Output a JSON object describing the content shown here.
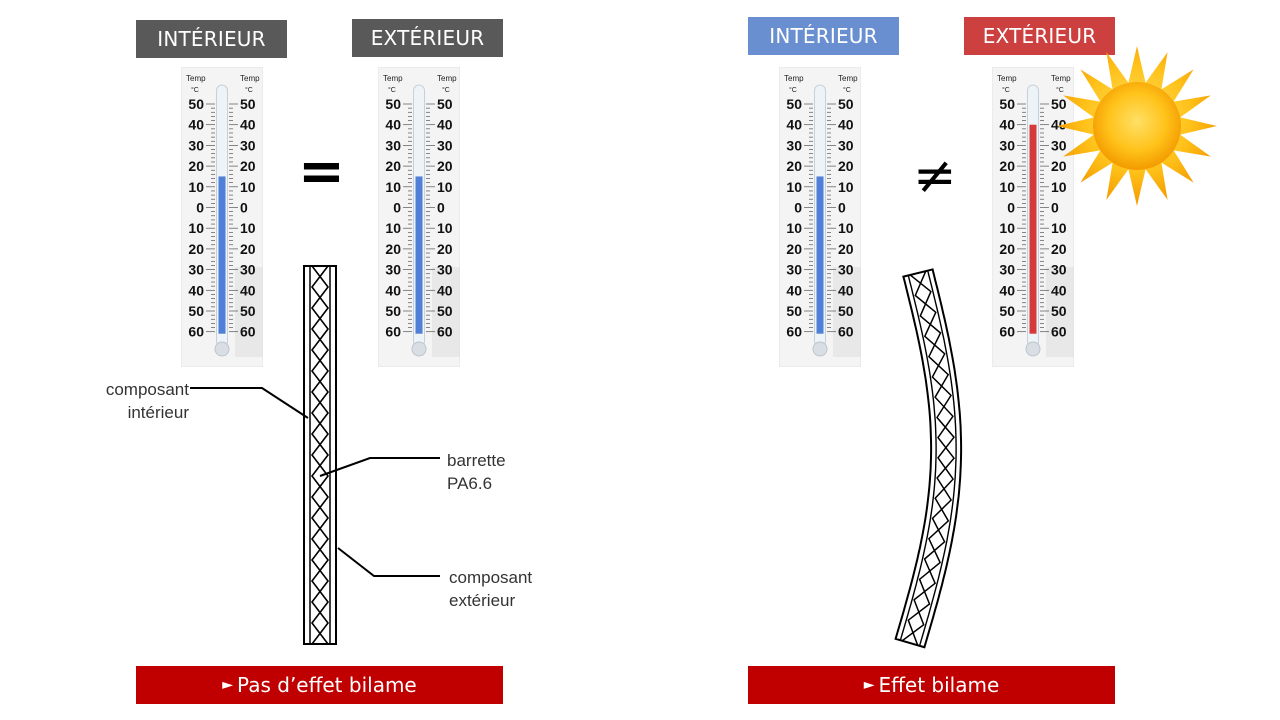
{
  "left_panel": {
    "interior_label": "INTÉRIEUR",
    "exterior_label": "EXTÉRIEUR",
    "relation_symbol": "=",
    "interior_reading_c": 15,
    "exterior_reading_c": 15,
    "annotations": {
      "interior_component": [
        "composant",
        "intérieur"
      ],
      "bar": [
        "barrette",
        "PA6.6"
      ],
      "exterior_component": [
        "composant",
        "extérieur"
      ]
    },
    "banner_arrow": "►",
    "banner_text": "Pas d’effet bilame"
  },
  "right_panel": {
    "interior_label": "INTÉRIEUR",
    "exterior_label": "EXTÉRIEUR",
    "relation_symbol": "≠",
    "interior_reading_c": 15,
    "exterior_reading_c": 40,
    "banner_arrow": "►",
    "banner_text": "Effet bilame",
    "sun_icon": "sun-icon"
  },
  "thermometer": {
    "header_label": "Temp",
    "unit_label": "°C",
    "scale_labels": [
      "50",
      "40",
      "30",
      "20",
      "10",
      "0",
      "10",
      "20",
      "30",
      "40",
      "50",
      "60"
    ]
  },
  "colors": {
    "gray_label": "#595959",
    "blue_label": "#6a8fd0",
    "red_label": "#cd4040",
    "banner": "#c00000",
    "mercury_cold": "#4f7fd6",
    "mercury_hot": "#d43a3a",
    "sun": "#f7a800"
  }
}
